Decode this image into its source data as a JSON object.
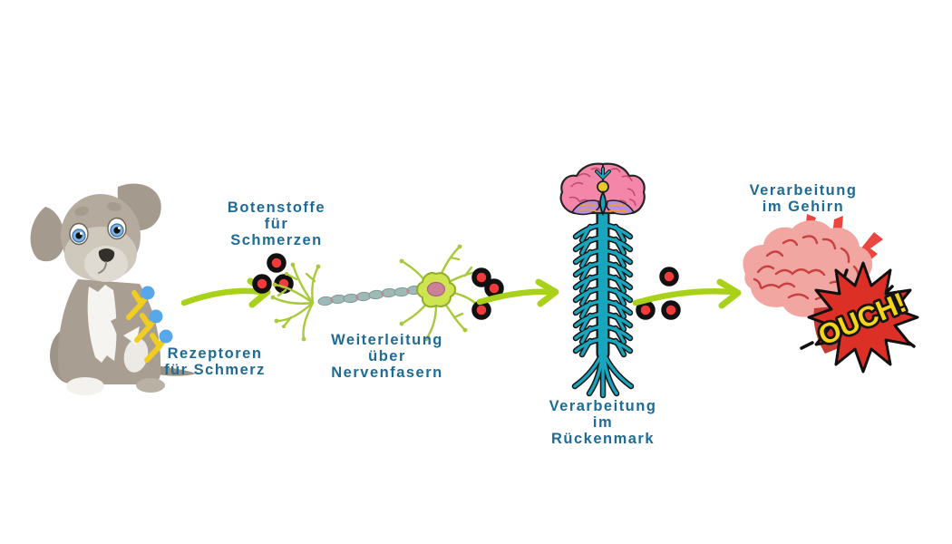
{
  "labels": {
    "receptors": {
      "line1": "Rezeptoren",
      "line2": "für Schmerz"
    },
    "messengers": {
      "line1": "Botenstoffe",
      "line2": "für",
      "line3": "Schmerzen"
    },
    "transmission": {
      "line1": "Weiterleitung",
      "line2": "über",
      "line3": "Nervenfasern"
    },
    "spinal": {
      "line1": "Verarbeitung",
      "line2": "im",
      "line3": "Rückenmark"
    },
    "brain": {
      "line1": "Verarbeitung",
      "line2": "im Gehirn"
    },
    "ouch": "OUCH!"
  },
  "colors": {
    "background": "#ffffff",
    "label_text": "#1e6b96",
    "arrow_green": "#a9d119",
    "messenger_dot_fill": "#f23a3a",
    "messenger_dot_outline": "#111111",
    "neuron_branches": "#a7c93a",
    "neuron_body": "#cfe451",
    "neuron_nucleus": "#cb8197",
    "myelin_sheath": "#9fbab6",
    "spinal_cord_teal": "#18a5be",
    "small_brain_pink": "#f487a9",
    "cerebellum_purple": "#b78ee2",
    "cerebellum_orange": "#ef9a3d",
    "big_brain_pink": "#f2a6a2",
    "brain_fold_red": "#c8403f",
    "lightning_red": "#e8463e",
    "ouch_star_red": "#dc2f26",
    "ouch_text_yellow": "#f6d419",
    "receptor_yellow": "#f0cd20",
    "receptor_tip_blue": "#58a7e8",
    "dog_fur_gray": "#a89f92"
  }
}
